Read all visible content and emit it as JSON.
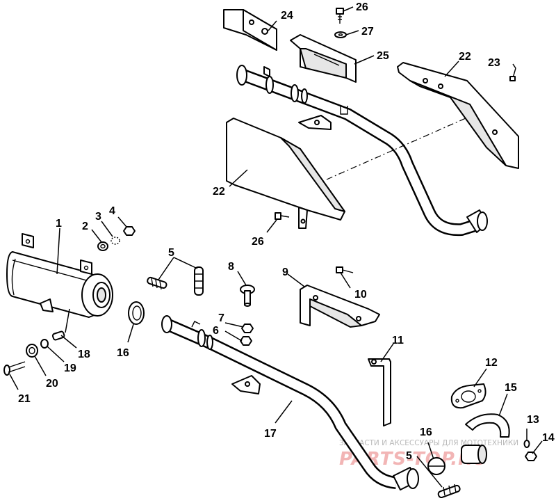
{
  "callouts": [
    {
      "id": "c1",
      "text": "1"
    },
    {
      "id": "c2",
      "text": "2"
    },
    {
      "id": "c3",
      "text": "3"
    },
    {
      "id": "c4",
      "text": "4"
    },
    {
      "id": "c5a",
      "text": "5"
    },
    {
      "id": "c5b",
      "text": "5"
    },
    {
      "id": "c6",
      "text": "6"
    },
    {
      "id": "c7",
      "text": "7"
    },
    {
      "id": "c8",
      "text": "8"
    },
    {
      "id": "c9",
      "text": "9"
    },
    {
      "id": "c10",
      "text": "10"
    },
    {
      "id": "c11",
      "text": "11"
    },
    {
      "id": "c12",
      "text": "12"
    },
    {
      "id": "c13",
      "text": "13"
    },
    {
      "id": "c14",
      "text": "14"
    },
    {
      "id": "c15",
      "text": "15"
    },
    {
      "id": "c16a",
      "text": "16"
    },
    {
      "id": "c16b",
      "text": "16"
    },
    {
      "id": "c17",
      "text": "17"
    },
    {
      "id": "c18",
      "text": "18"
    },
    {
      "id": "c19",
      "text": "19"
    },
    {
      "id": "c20",
      "text": "20"
    },
    {
      "id": "c21",
      "text": "21"
    },
    {
      "id": "c22a",
      "text": "22"
    },
    {
      "id": "c22b",
      "text": "22"
    },
    {
      "id": "c23",
      "text": "23"
    },
    {
      "id": "c24",
      "text": "24"
    },
    {
      "id": "c25",
      "text": "25"
    },
    {
      "id": "c26a",
      "text": "26"
    },
    {
      "id": "c26b",
      "text": "26"
    },
    {
      "id": "c27",
      "text": "27"
    }
  ],
  "watermark": {
    "caption": "ЗАПЧАСТИ И АКСЕССУАРЫ ДЛЯ МОТОТЕХНИКИ",
    "brand": "PARTS-TOP.RU"
  },
  "colors": {
    "line": "#000000",
    "background": "#ffffff",
    "watermark_caption": "#b8b8b8",
    "watermark_brand": "#f2b5b5"
  }
}
